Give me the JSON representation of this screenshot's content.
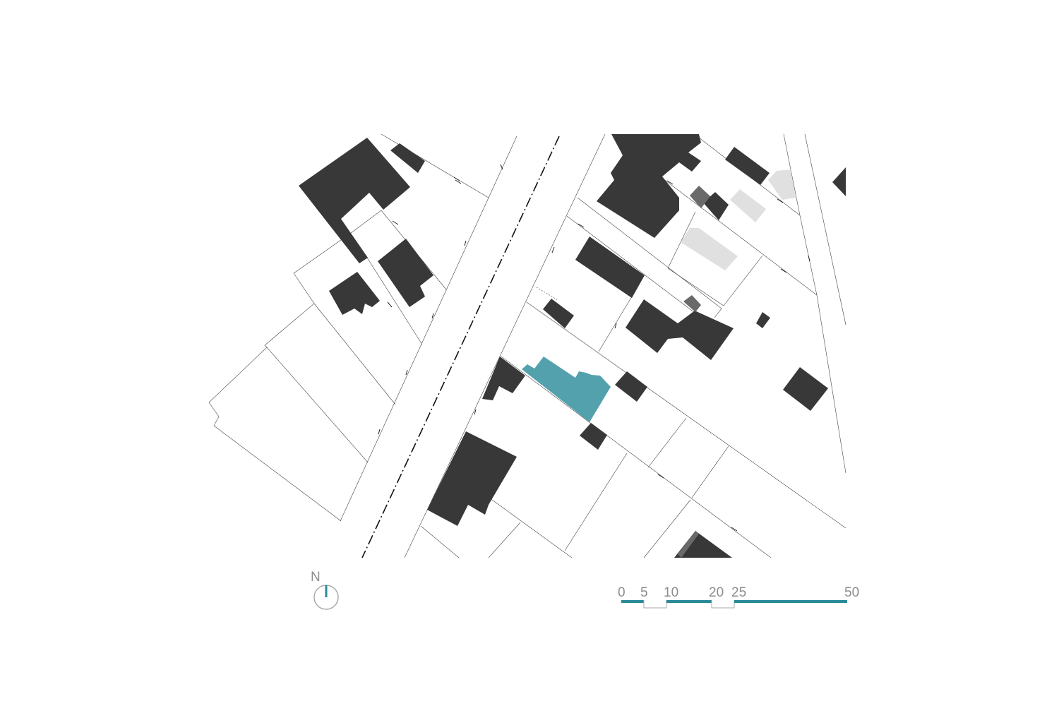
{
  "colors": {
    "building": "#383838",
    "highlight": "#53a1ad",
    "demolished": "#e0e0e0",
    "annex": "#6a6a6a",
    "scale_bar": "#2a8a98",
    "label": "#8c8c8c"
  },
  "north_arrow": {
    "label": "N"
  },
  "scale_bar": {
    "unit_max": 50,
    "ticks": [
      "0",
      "5",
      "10",
      "20",
      "25",
      "50"
    ],
    "tick_values": [
      0,
      5,
      10,
      20,
      25,
      50
    ],
    "segments": [
      {
        "from": 0,
        "to": 5,
        "style": "filled"
      },
      {
        "from": 5,
        "to": 10,
        "style": "outline"
      },
      {
        "from": 10,
        "to": 20,
        "style": "filled"
      },
      {
        "from": 20,
        "to": 25,
        "style": "outline"
      },
      {
        "from": 25,
        "to": 50,
        "style": "filled"
      }
    ]
  }
}
